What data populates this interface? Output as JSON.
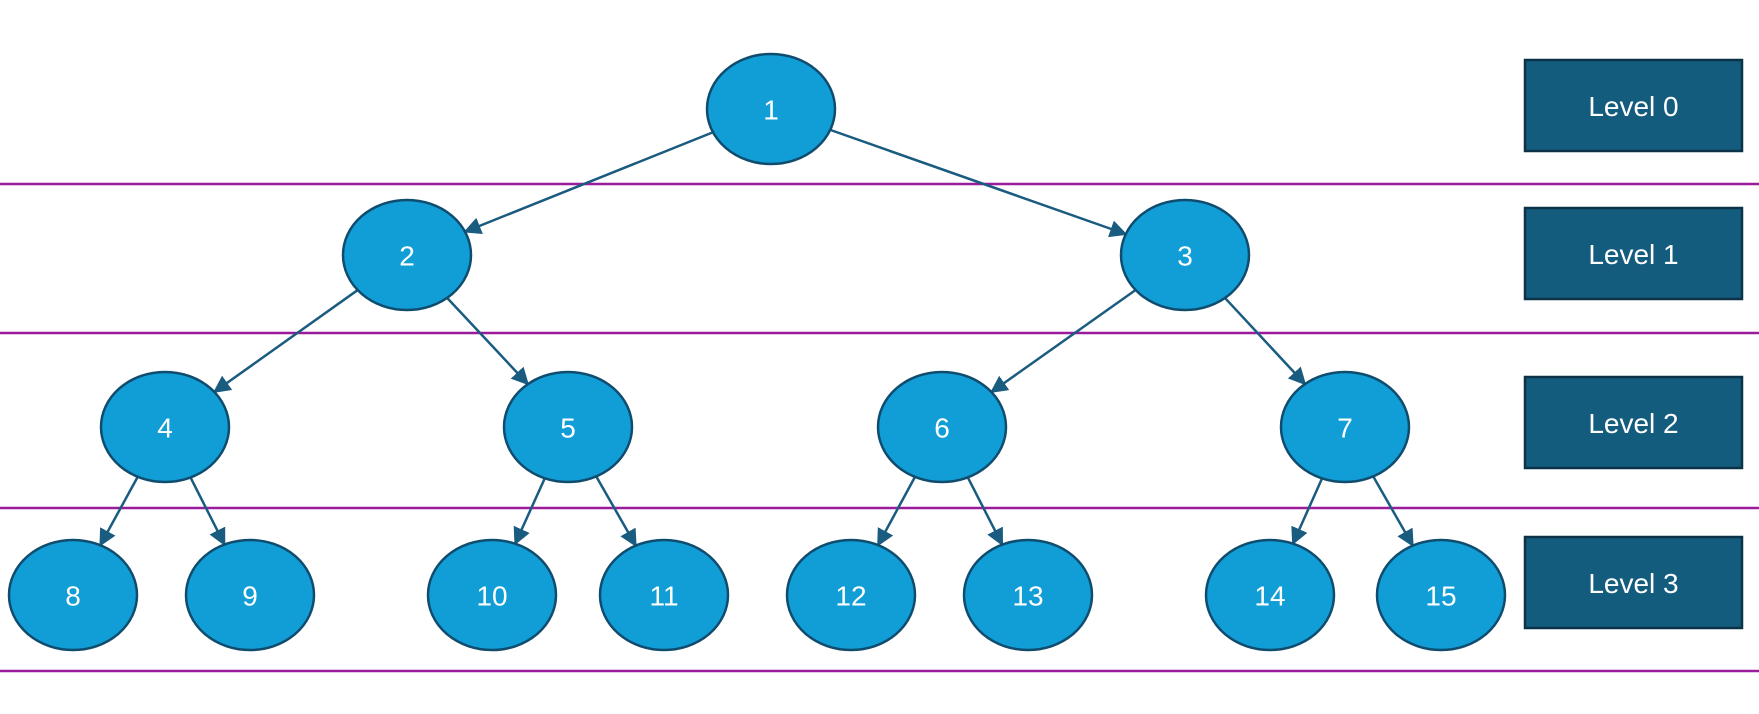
{
  "levels": [
    "Level 0",
    "Level 1",
    "Level 2",
    "Level 3"
  ],
  "nodes": [
    "1",
    "2",
    "3",
    "4",
    "5",
    "6",
    "7",
    "8",
    "9",
    "10",
    "11",
    "12",
    "13",
    "14",
    "15"
  ],
  "edges": [
    [
      "1",
      "2"
    ],
    [
      "1",
      "3"
    ],
    [
      "2",
      "4"
    ],
    [
      "2",
      "5"
    ],
    [
      "3",
      "6"
    ],
    [
      "3",
      "7"
    ],
    [
      "4",
      "8"
    ],
    [
      "4",
      "9"
    ],
    [
      "5",
      "10"
    ],
    [
      "5",
      "11"
    ],
    [
      "6",
      "12"
    ],
    [
      "6",
      "13"
    ],
    [
      "7",
      "14"
    ],
    [
      "7",
      "15"
    ]
  ],
  "colors": {
    "node_fill": "#119ed6",
    "node_stroke": "#0f4c6e",
    "edge": "#1a5b80",
    "divider": "#9b1c9b",
    "level_box": "#145c7e"
  }
}
